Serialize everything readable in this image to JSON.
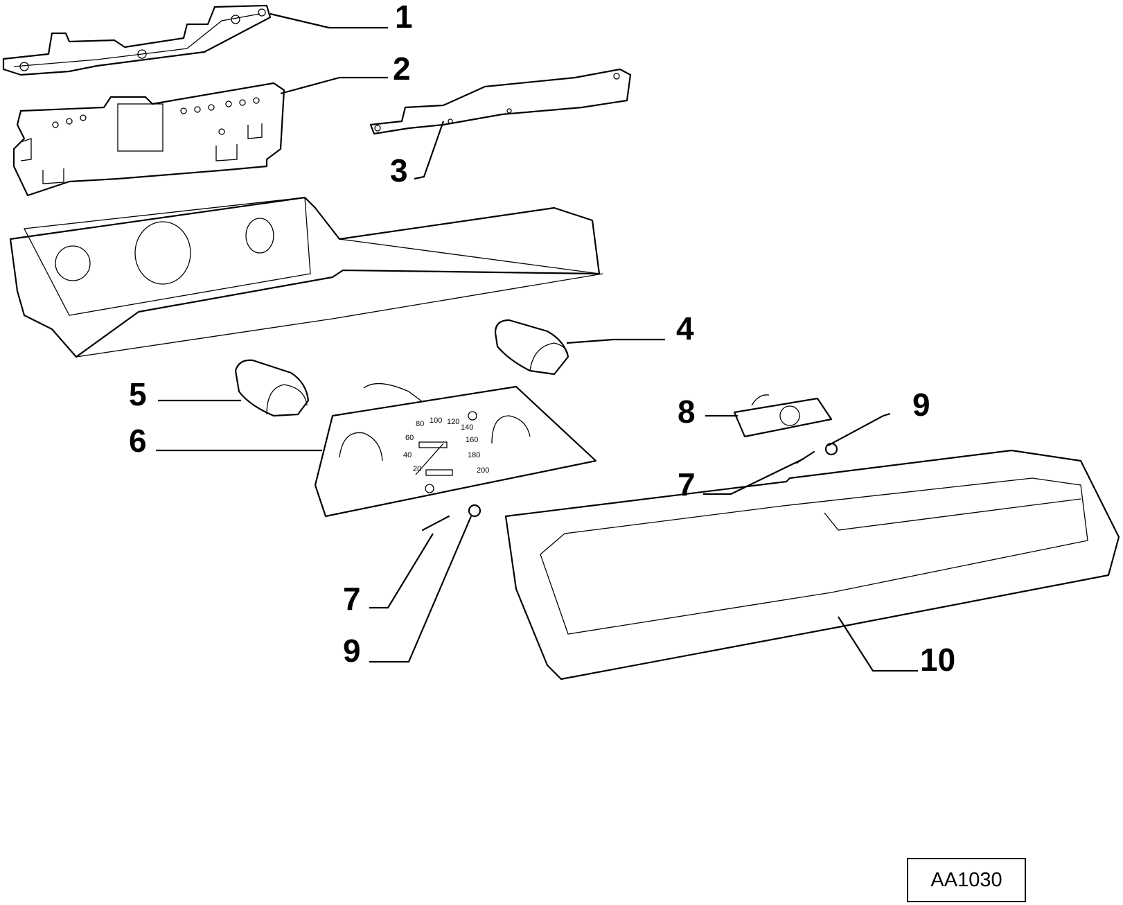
{
  "diagram": {
    "callouts": [
      {
        "id": "1",
        "label": "1"
      },
      {
        "id": "2",
        "label": "2"
      },
      {
        "id": "3",
        "label": "3"
      },
      {
        "id": "4",
        "label": "4"
      },
      {
        "id": "5",
        "label": "5"
      },
      {
        "id": "6",
        "label": "6"
      },
      {
        "id": "7a",
        "label": "7"
      },
      {
        "id": "7b",
        "label": "7"
      },
      {
        "id": "8",
        "label": "8"
      },
      {
        "id": "9a",
        "label": "9"
      },
      {
        "id": "9b",
        "label": "9"
      },
      {
        "id": "10",
        "label": "10"
      }
    ],
    "speedometer_ticks": [
      "20",
      "40",
      "60",
      "80",
      "100",
      "120",
      "140",
      "160",
      "180",
      "200"
    ],
    "reference_code": "AA1030"
  }
}
